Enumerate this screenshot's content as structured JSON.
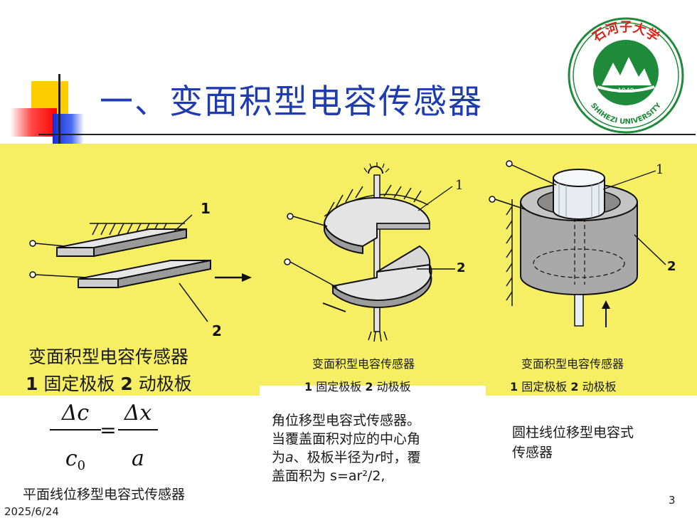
{
  "slide": {
    "title": "一、变面积型电容传感器",
    "date": "2025/6/24",
    "page_number": "3"
  },
  "logo": {
    "top_text": "石河子大学",
    "year": "1949",
    "bottom_text": "SHIHEZI UNIVERSITY",
    "green": "#1e8a3a",
    "red": "#d8251c"
  },
  "figures": {
    "planar": {
      "caption_title": "变面积型电容传感器",
      "caption_num1": "1",
      "caption_label1": "固定极板",
      "caption_num2": "2",
      "caption_label2": "动极板",
      "label_1": "1",
      "label_2": "2"
    },
    "angular": {
      "caption_title": "变面积型电容传感器",
      "caption_num1": "1",
      "caption_label1": "固定极板",
      "caption_num2": "2",
      "caption_label2": "动极板",
      "label_1": "1",
      "label_2": "2"
    },
    "cylindrical": {
      "caption_title": "变面积型电容传感器",
      "caption_num1": "1",
      "caption_label1": "固定极板",
      "caption_num2": "2",
      "caption_label2": "动极板",
      "label_1": "1",
      "label_2": "2"
    }
  },
  "formula": {
    "num_left": "Δc",
    "den_left": "c",
    "den_left_sub": "0",
    "equals": "=",
    "num_right": "Δx",
    "den_right": "a"
  },
  "descriptions": {
    "planar_label": "平面线位移型电容式传感器",
    "angular_line1": "角位移型电容式传感器。",
    "angular_line2": "当覆盖面积对应的中心角",
    "angular_line3_pre": "为",
    "angular_var_a": "a",
    "angular_line3_mid": "、极板半径为",
    "angular_var_r": "r",
    "angular_line3_post": "时，覆",
    "angular_line4_pre": "盖面积为 ",
    "angular_formula": "s=ar²/2,",
    "cylindrical_line1": "圆柱线位移型电容式",
    "cylindrical_line2": "传感器"
  },
  "colors": {
    "title_blue": "#1f3bb0",
    "panel_yellow": "#f7ef63",
    "accent_yellow": "#ffcc00",
    "accent_red": "#ff0000",
    "accent_blue": "#1a2bd6"
  }
}
